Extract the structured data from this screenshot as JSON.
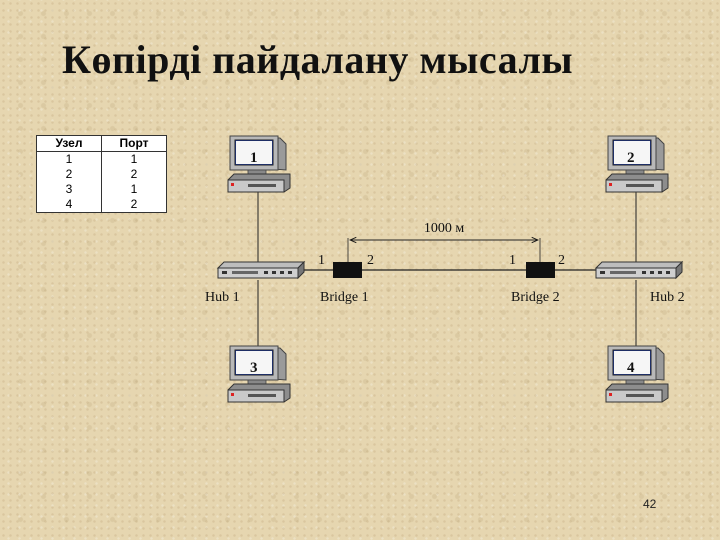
{
  "title": "Көпірді пайдалану мысалы",
  "table": {
    "headers": [
      "Узел",
      "Порт"
    ],
    "rows": [
      [
        "1",
        "1"
      ],
      [
        "2",
        "2"
      ],
      [
        "3",
        "1"
      ],
      [
        "4",
        "2"
      ]
    ]
  },
  "computers": [
    "1",
    "2",
    "3",
    "4"
  ],
  "hubs": [
    "Hub 1",
    "Hub 2"
  ],
  "bridges": [
    {
      "label": "Bridge 1",
      "port_left": "1",
      "port_right": "2"
    },
    {
      "label": "Bridge 2",
      "port_left": "1",
      "port_right": "2"
    }
  ],
  "distance": "1000 м",
  "page_number": "42"
}
